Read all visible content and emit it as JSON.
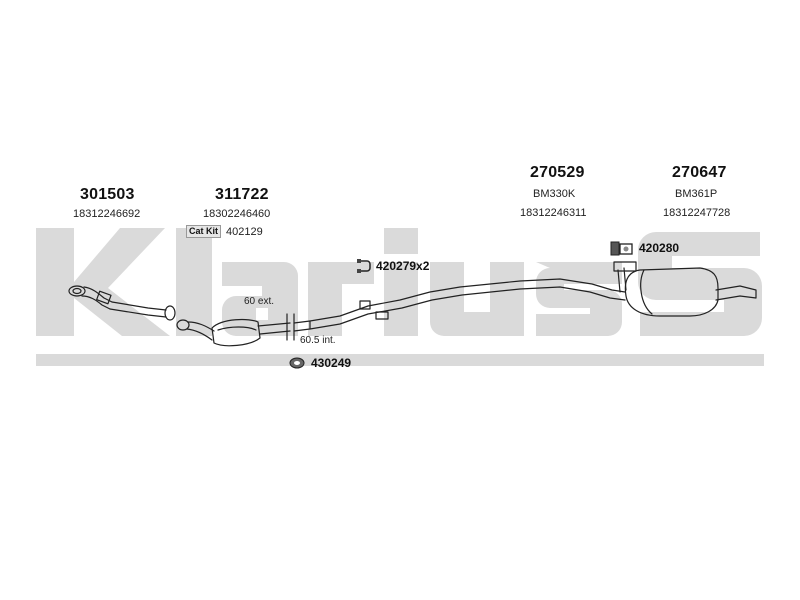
{
  "watermark": {
    "text": "klarius",
    "color": "#d9d9d9"
  },
  "parts": [
    {
      "number": "301503",
      "code": "18312246692"
    },
    {
      "number": "311722",
      "code": "18302246460"
    },
    {
      "number": "270529",
      "model": "BM330K",
      "code": "18312246311"
    },
    {
      "number": "270647",
      "model": "BM361P",
      "code": "18312247728"
    }
  ],
  "catkit": {
    "tag": "Cat Kit",
    "code": "402129"
  },
  "accessories": [
    {
      "code": "420279x2",
      "icon": "clamp-icon"
    },
    {
      "code": "420280",
      "icon": "bracket-icon"
    },
    {
      "code": "430249",
      "icon": "rubber-mount-icon"
    }
  ],
  "dimensions": {
    "ext": "60 ext.",
    "int": "60.5 int."
  }
}
